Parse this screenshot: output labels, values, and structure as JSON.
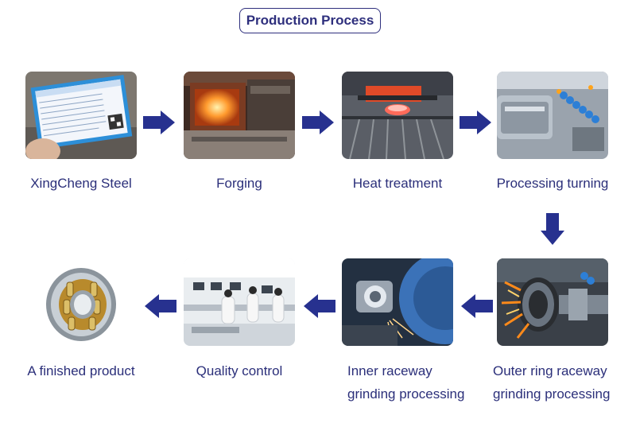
{
  "header": {
    "title": "Production Process"
  },
  "steps": [
    {
      "label": "XingCheng Steel",
      "image": "steel-certificate-photo"
    },
    {
      "label": "Forging",
      "image": "forging-furnace-photo"
    },
    {
      "label": "Heat treatment",
      "image": "heat-treatment-furnace-photo"
    },
    {
      "label": "Processing turning",
      "image": "cnc-turning-photo"
    },
    {
      "label_lines": [
        "Outer ring raceway",
        "grinding processing"
      ],
      "image": "outer-ring-grinding-photo"
    },
    {
      "label_lines": [
        "Inner raceway",
        "grinding processing"
      ],
      "image": "inner-raceway-grinding-photo"
    },
    {
      "label": "Quality control",
      "image": "quality-control-lab-photo"
    },
    {
      "label": "A finished product",
      "image": "finished-bearing-photo"
    }
  ],
  "colors": {
    "accent": "#2e2f7d",
    "arrow": "#27318f"
  }
}
